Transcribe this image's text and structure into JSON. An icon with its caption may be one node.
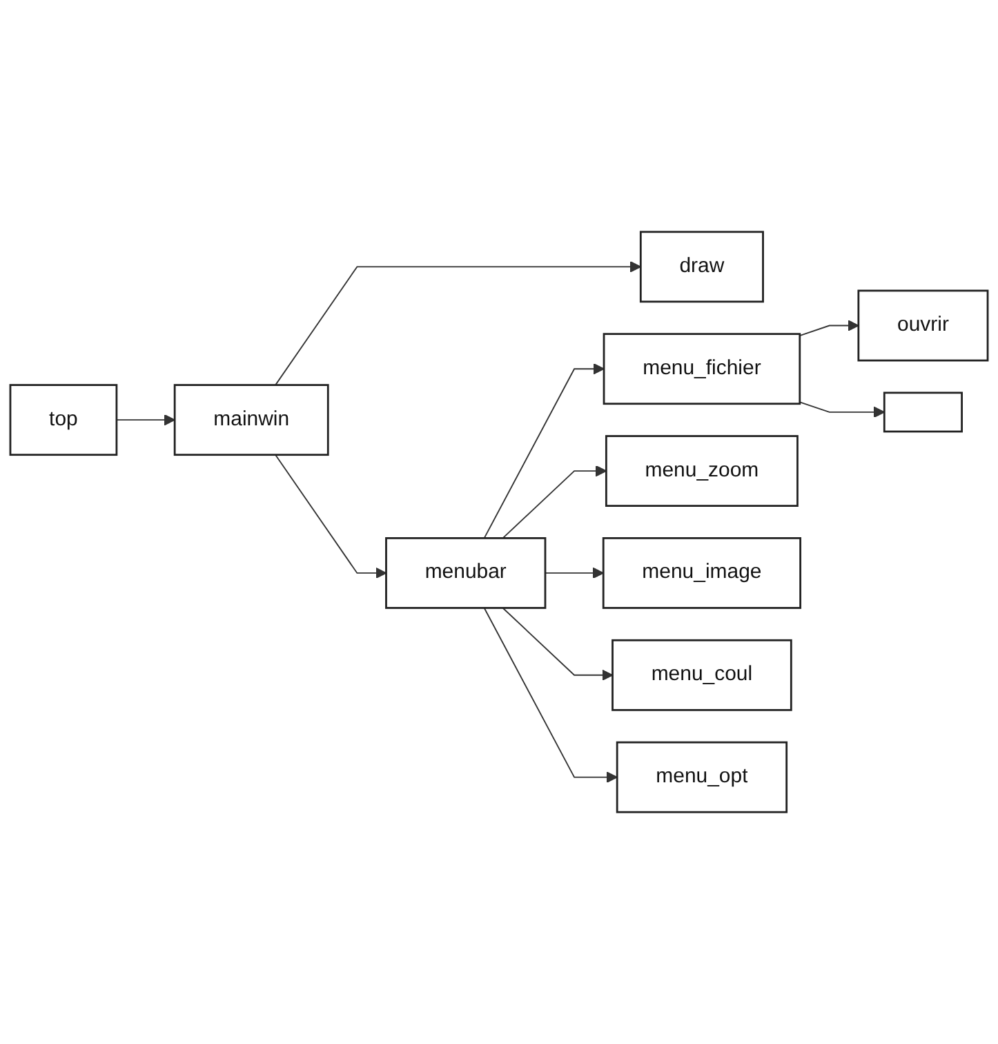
{
  "diagram": {
    "nodes": [
      {
        "text": [
          "top"
        ]
      },
      {
        "text": [
          "mainwin"
        ]
      },
      {
        "text": [
          "menubar"
        ]
      },
      {
        "text": [
          "draw"
        ]
      },
      {
        "text": [
          "menu_fichier"
        ]
      },
      {
        "text": [
          "menu_zoom"
        ]
      },
      {
        "text": [
          "menu_image"
        ]
      },
      {
        "text": [
          "menu_coul"
        ]
      },
      {
        "text": [
          "menu_opt"
        ]
      },
      {
        "text": [
          "ouvrir"
        ]
      },
      {
        "text": [],
        "shape": "box"
      }
    ],
    "edges": [
      {
        "from": 0,
        "to": 1,
        "arrow": "to"
      },
      {
        "from": 1,
        "to": 2,
        "arrow": "to"
      },
      {
        "from": 1,
        "to": 3,
        "arrow": "to"
      },
      {
        "from": 2,
        "to": 4,
        "arrow": "to"
      },
      {
        "from": 2,
        "to": 5,
        "arrow": "to"
      },
      {
        "from": 2,
        "to": 6,
        "arrow": "to"
      },
      {
        "from": 2,
        "to": 7,
        "arrow": "to"
      },
      {
        "from": 2,
        "to": 8,
        "arrow": "to"
      },
      {
        "from": 4,
        "to": 9,
        "arrow": "to"
      },
      {
        "from": 4,
        "to": 10,
        "arrow": "to"
      }
    ]
  }
}
